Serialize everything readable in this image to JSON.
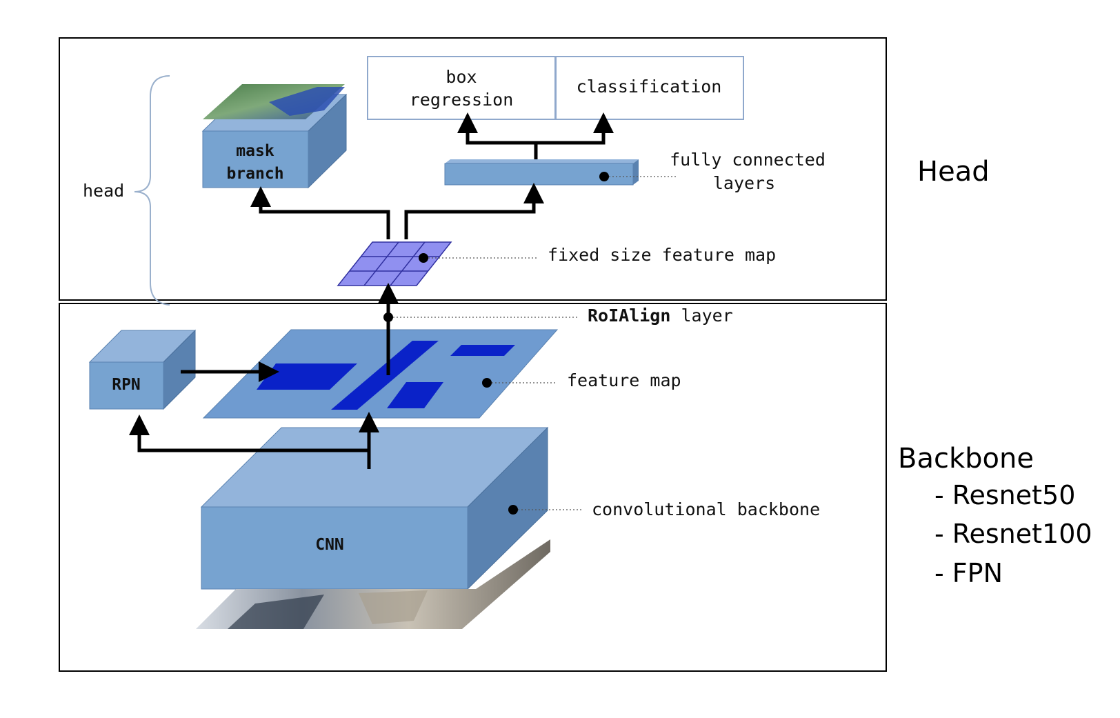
{
  "diagram": {
    "head_brace_label": "head",
    "outputs": {
      "box_regression_line1": "box",
      "box_regression_line2": "regression",
      "classification": "classification"
    },
    "mask_branch_line1": "mask",
    "mask_branch_line2": "branch",
    "fc_label_line1": "fully connected",
    "fc_label_line2": "layers",
    "fixed_feature_map_label": "fixed size feature map",
    "roialign_bold": "RoIAlign",
    "roialign_rest": " layer",
    "rpn_label": "RPN",
    "feature_map_label": "feature map",
    "cnn_label": "CNN",
    "conv_backbone_label": "convolutional backbone"
  },
  "sidebar": {
    "head_title": "Head",
    "backbone_title": "Backbone",
    "backbone_options": [
      "- Resnet50",
      "- Resnet100",
      "- FPN"
    ]
  },
  "colors": {
    "block_front": "#77a3d0",
    "block_top": "#93b4db",
    "block_side": "#5a82b0",
    "feature_map": "#6f9bd0",
    "roi_region": "#0a22c8",
    "fixed_grid": "#9090f0"
  }
}
